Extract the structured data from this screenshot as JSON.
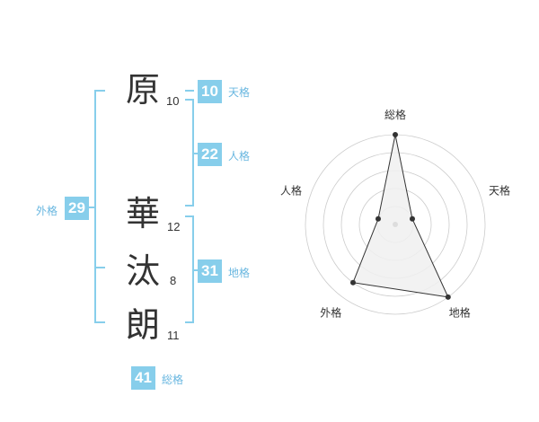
{
  "name_chars": [
    {
      "char": "原",
      "strokes": "10"
    },
    {
      "char": "華",
      "strokes": "12"
    },
    {
      "char": "汰",
      "strokes": "8"
    },
    {
      "char": "朗",
      "strokes": "11"
    }
  ],
  "kakusu": {
    "tenkaku": {
      "label": "天格",
      "value": "10"
    },
    "jinkaku": {
      "label": "人格",
      "value": "22"
    },
    "chikaku": {
      "label": "地格",
      "value": "31"
    },
    "gaikaku": {
      "label": "外格",
      "value": "29"
    },
    "soukaku": {
      "label": "総格",
      "value": "41"
    }
  },
  "colors": {
    "accent": "#87ceeb",
    "accent_text": "#69b7e0",
    "radar_fill": "#f0f0f0",
    "radar_grid": "#cccccc",
    "radar_line": "#333333"
  },
  "chart_data": {
    "type": "radar",
    "axes": [
      "総格",
      "天格",
      "地格",
      "外格",
      "人格"
    ],
    "values": [
      5,
      1,
      5,
      4,
      1
    ],
    "range": [
      0,
      5
    ],
    "rings": 5
  }
}
